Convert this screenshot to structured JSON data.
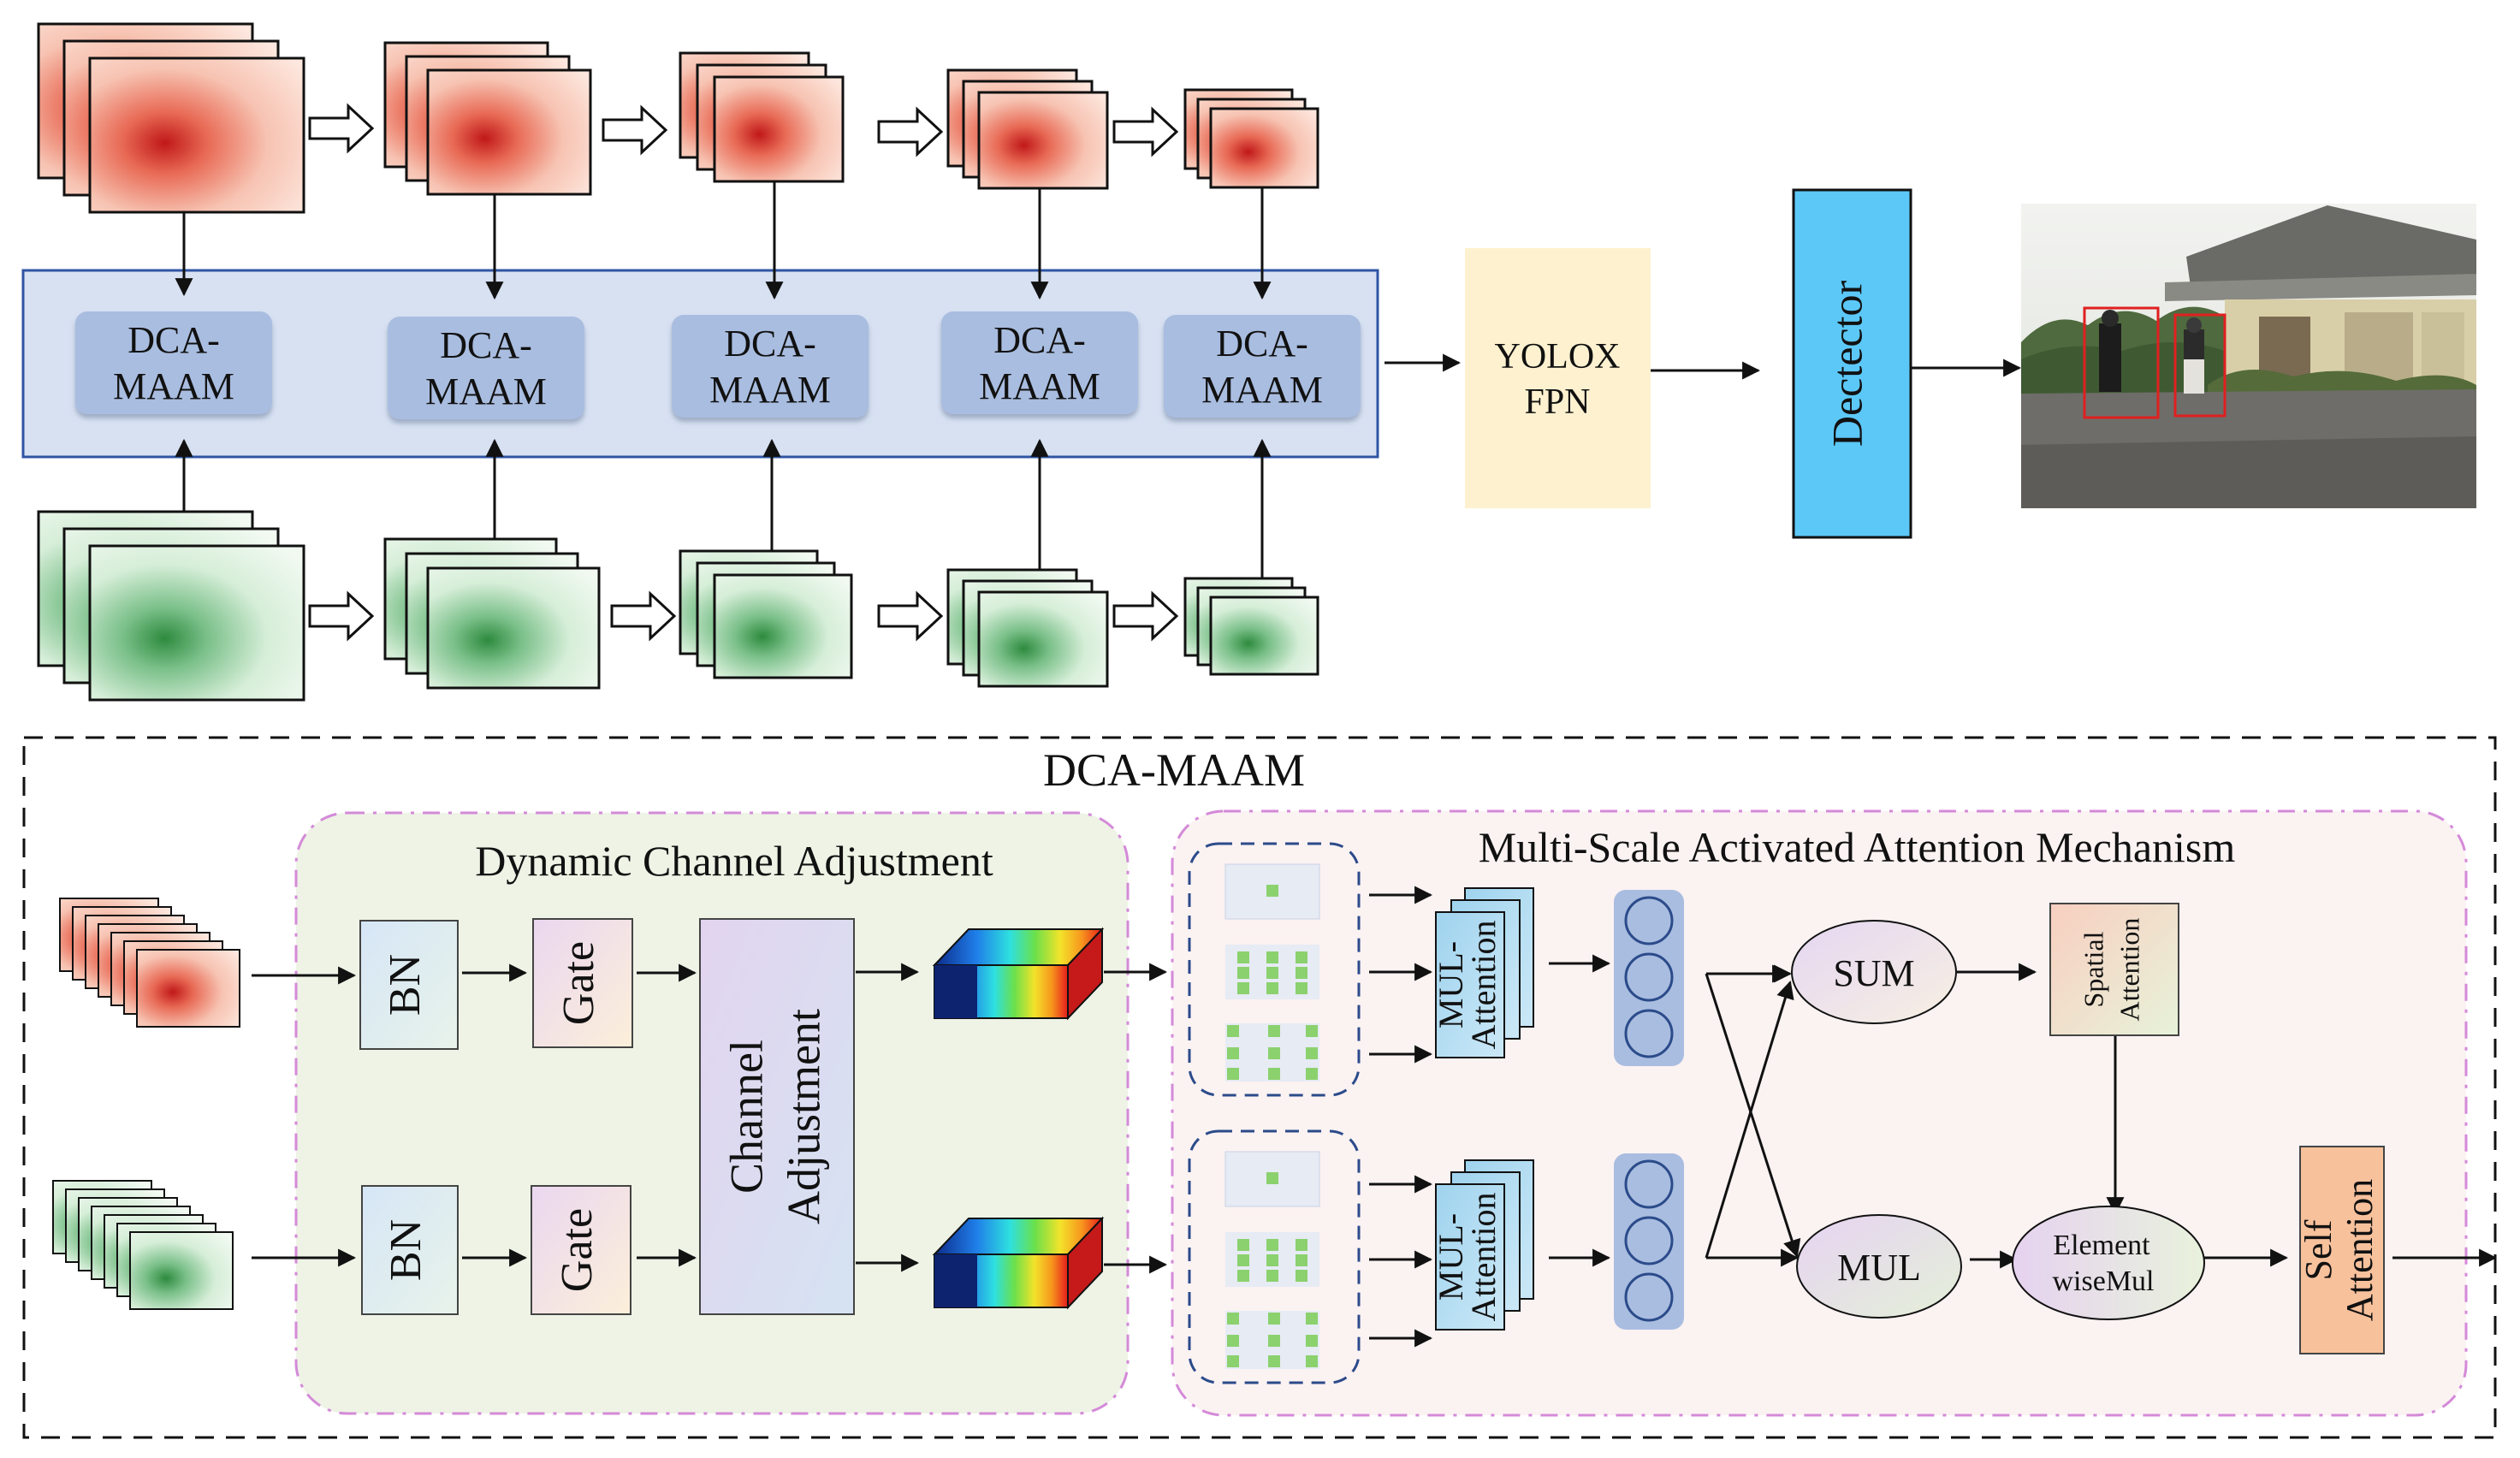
{
  "top": {
    "module_label_line1": "DCA-",
    "module_label_line2": "MAAM",
    "fpn_line1": "YOLOX",
    "fpn_line2": "FPN",
    "detector": "Dectector"
  },
  "bottom": {
    "title": "DCA-MAAM",
    "dca_title": "Dynamic Channel Adjustment",
    "bn": "BN",
    "gate": "Gate",
    "channel_line1": "Channel",
    "channel_line2": "Adjustment",
    "msaam_title": "Multi-Scale Activated Attention  Mechanism",
    "mul_att_line1": "MUL-",
    "mul_att_line2": "Attention",
    "sum": "SUM",
    "mul": "MUL",
    "spatial_line1": "Spatial",
    "spatial_line2": "Attention",
    "element_line1": "Element",
    "element_line2": "wiseMul",
    "self_line1": "Self",
    "self_line2": "Attention"
  },
  "colors": {
    "red_map": "#f2a58f",
    "green_map": "#cfe8cf",
    "panel_blue": "#d7e1f2",
    "module_blue": "#a9bde0",
    "fpn_yellow": "#fdf1cf",
    "detector_blue": "#5cc8f8",
    "dca_green": "#eef3e6",
    "msaam_pink": "#fbf2f2",
    "self_orange": "#f7c19c"
  }
}
